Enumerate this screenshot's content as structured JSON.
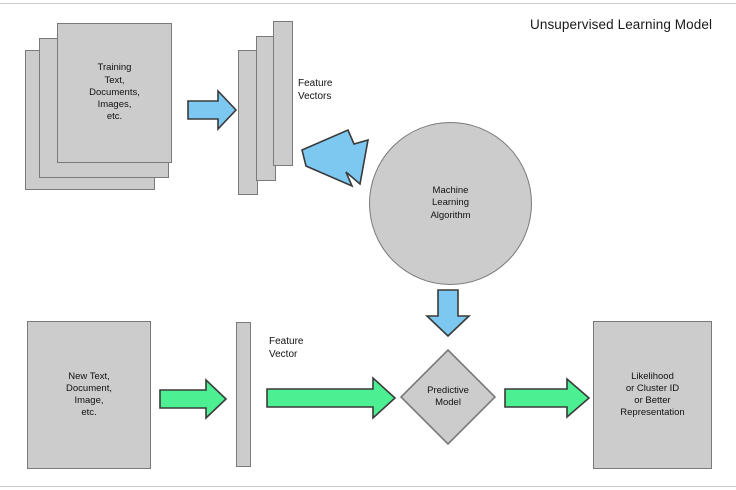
{
  "diagram": {
    "title": "Unsupervised Learning Model",
    "colors": {
      "shape_fill": "#cccccc",
      "shape_stroke": "#7a7a7a",
      "blue_arrow_fill": "#7cc8f0",
      "green_arrow_fill": "#4cf092",
      "arrow_stroke": "#3a3a3a",
      "text": "#111111",
      "rule": "#c9c9c9"
    },
    "training_documents": {
      "name": "training-documents-stack",
      "text": "Training\nText,\nDocuments,\nImages,\netc.",
      "sheets": 3
    },
    "feature_vectors_top": {
      "name": "feature-vectors-bars",
      "caption": "Feature\nVectors",
      "bars": 3
    },
    "ml_algorithm": {
      "name": "machine-learning-algorithm-circle",
      "text": "Machine\nLearning\nAlgorithm"
    },
    "new_input": {
      "name": "new-input-box",
      "text": "New Text,\nDocument,\nImage,\netc."
    },
    "feature_vector_bottom": {
      "name": "feature-vector-bar",
      "caption": "Feature\nVector",
      "bars": 1
    },
    "predictive_model": {
      "name": "predictive-model-diamond",
      "text": "Predictive\nModel"
    },
    "output": {
      "name": "output-box",
      "text": "Likelihood\nor Cluster ID\nor Better\nRepresentation"
    },
    "arrows": [
      {
        "id": "arrow-training-to-features",
        "color": "blue",
        "direction": "right"
      },
      {
        "id": "arrow-features-to-algorithm",
        "color": "blue",
        "direction": "down-right"
      },
      {
        "id": "arrow-algorithm-to-predictive-model",
        "color": "blue",
        "direction": "down"
      },
      {
        "id": "arrow-newinput-to-featurevector",
        "color": "green",
        "direction": "right"
      },
      {
        "id": "arrow-featurevector-to-predictive-model",
        "color": "green",
        "direction": "right"
      },
      {
        "id": "arrow-predictive-model-to-output",
        "color": "green",
        "direction": "right"
      }
    ]
  }
}
